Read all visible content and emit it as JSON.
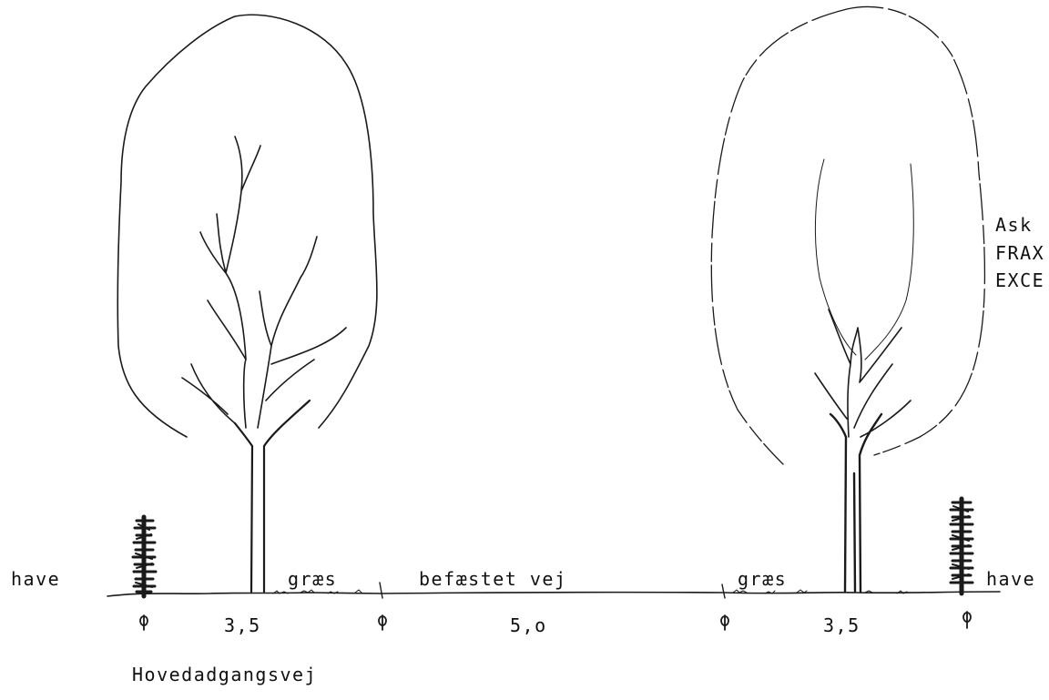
{
  "labels": {
    "garden_left": "have",
    "garden_right": "have",
    "grass_left": "græs",
    "grass_right": "græs",
    "road": "befæstet vej",
    "species_common": "Ask",
    "species_latin_1": "FRAX",
    "species_latin_2": "EXCE",
    "title": "Hovedadgangsvej"
  },
  "dimensions": {
    "left_verge": "3,5",
    "road_width": "5,o",
    "right_verge": "3,5"
  },
  "colors": {
    "ink": "#1a1a1a",
    "background": "#ffffff"
  }
}
